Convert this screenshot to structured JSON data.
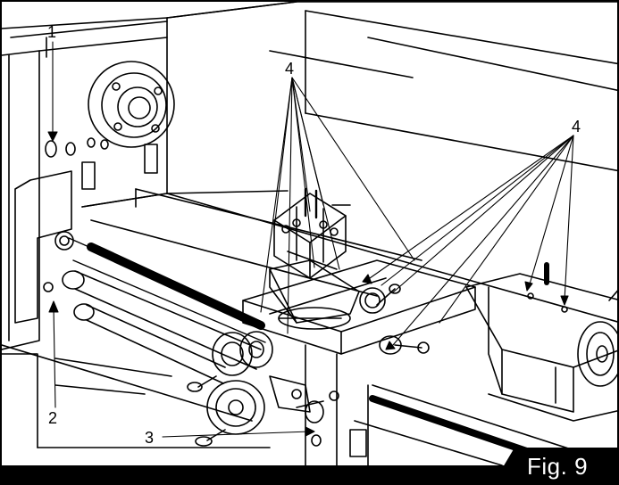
{
  "figure": {
    "caption": "Fig. 9"
  },
  "callouts": [
    {
      "id": "c1",
      "label": "1"
    },
    {
      "id": "c2",
      "label": "2"
    },
    {
      "id": "c3",
      "label": "3"
    },
    {
      "id": "c4a",
      "label": "4"
    },
    {
      "id": "c4b",
      "label": "4"
    }
  ]
}
